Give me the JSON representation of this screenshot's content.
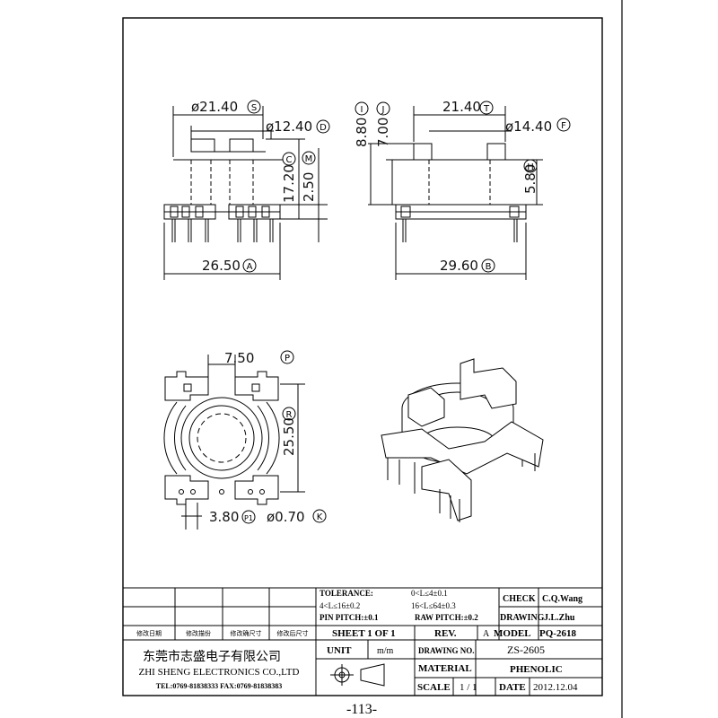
{
  "dims": {
    "front_phi_s": "ø21.40",
    "front_phi_d": "ø12.40",
    "front_h_c": "17.20",
    "front_h_m": "2.50",
    "front_w_a": "26.50",
    "side_h_i": "8.80",
    "side_h_j": "7.00",
    "side_w_t": "21.40",
    "side_phi_f": "ø14.40",
    "side_h_h": "5.80",
    "side_w_b": "29.60",
    "bottom_p": "7.50",
    "bottom_r": "25.50",
    "bottom_pitch": "3.80",
    "bottom_pin": "ø0.70",
    "circ": {
      "S": "S",
      "D": "D",
      "C": "C",
      "M": "M",
      "A": "A",
      "I": "I",
      "J": "J",
      "T": "T",
      "F": "F",
      "H": "H",
      "B": "B",
      "P": "P",
      "R": "R",
      "P1": "P1",
      "K": "K"
    }
  },
  "titleblock": {
    "rev_labels": [
      "修改日期",
      "修改描份",
      "修改确尺寸",
      "修改后尺寸"
    ],
    "tolerance_label": "TOLERANCE:",
    "tol1": "0<L≤4±0.1",
    "tol2": "4<L≤16±0.2",
    "tol3": "16<L≤64±0.3",
    "pin_pitch": "PIN PITCH:±0.1",
    "raw_pitch": "RAW PITCH:±0.2",
    "check_label": "CHECK",
    "check_value": "C.Q.Wang",
    "drawing_label": "DRAWING",
    "drawing_value": "J.L.Zhu",
    "sheet": "SHEET 1 OF 1",
    "rev_label": "REV.",
    "rev_value": "A",
    "model_label": "MODEL",
    "model_value": "PQ-2618",
    "unit_label": "UNIT",
    "unit_value": "m/m",
    "drawing_no_label": "DRAWING NO.",
    "drawing_no_value": "ZS-2605",
    "material_label": "MATERIAL",
    "material_value": "PHENOLIC",
    "scale_label": "SCALE",
    "scale_value": "1 / 1",
    "date_label": "DATE",
    "date_value": "2012.12.04",
    "company_cn": "东莞市志盛电子有限公司",
    "company_en": "ZHI SHENG ELECTRONICS CO.,LTD",
    "contact": "TEL:0769-81838333 FAX:0769-81838383"
  },
  "page_number": "-113-"
}
